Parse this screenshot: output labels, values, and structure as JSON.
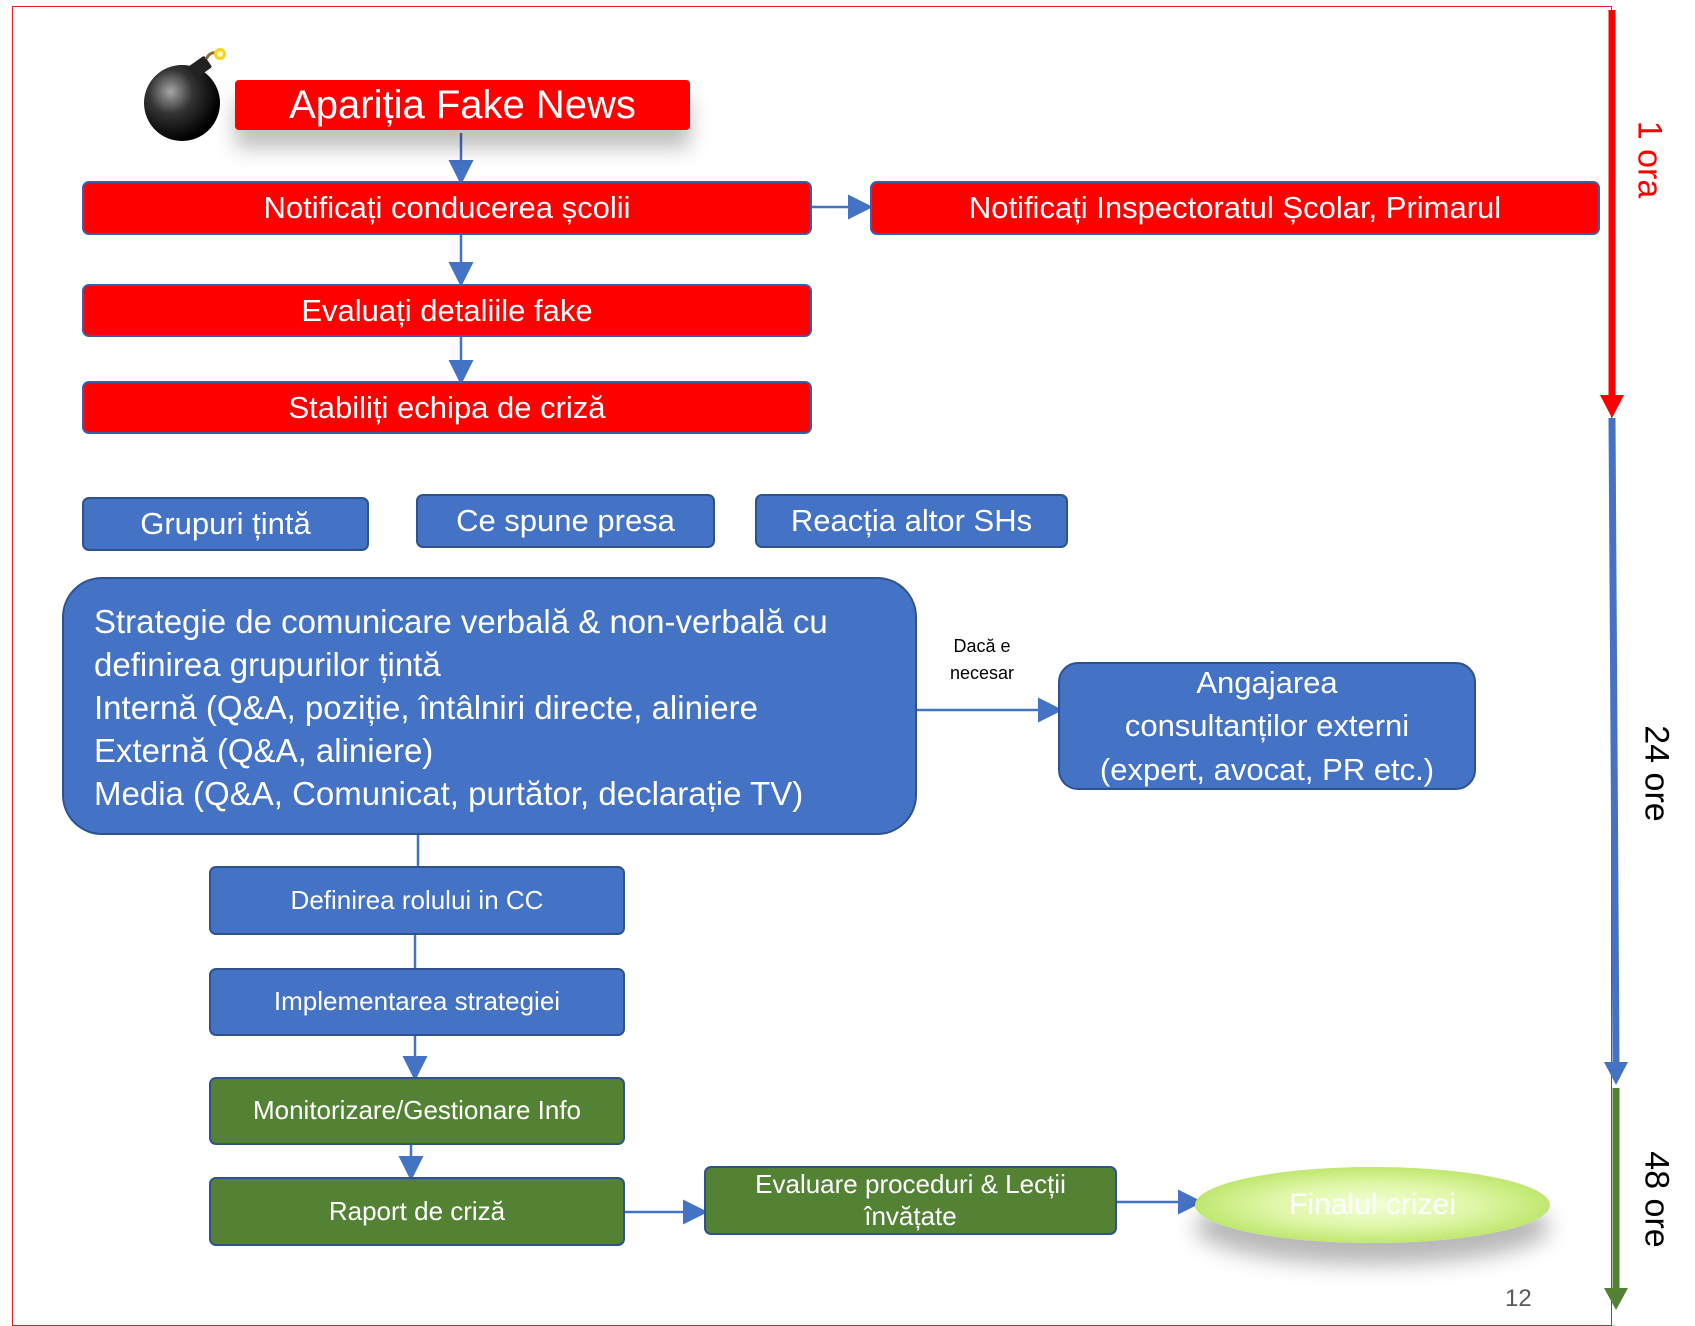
{
  "colors": {
    "red": "#ff0000",
    "blue": "#4472c4",
    "green": "#548235",
    "frame": "#e41f23"
  },
  "title": {
    "text": "Apariția Fake News",
    "icon": "bomb-icon"
  },
  "steps": {
    "notify_school": "Notificați conducerea școlii",
    "notify_inspectorate": "Notificați Inspectoratul Școlar, Primarul",
    "evaluate": "Evaluați detaliile fake",
    "crisis_team": "Stabiliți echipa de criză",
    "target_groups": "Grupuri țintă",
    "press": "Ce spune presa",
    "sh_reaction": "Reacția altor SHs",
    "strategy": [
      "Strategie de comunicare verbală & non-verbală cu",
      "definirea grupurilor țintă",
      "Internă (Q&A, poziție, întâlniri directe, aliniere",
      "Externă (Q&A, aliniere)",
      "Media (Q&A, Comunicat, purtător, declarație TV)"
    ],
    "if_needed": [
      "Dacă e",
      "necesar"
    ],
    "consultants": [
      "Angajarea",
      "consultanților externi",
      "(expert, avocat, PR etc.)"
    ],
    "roles": "Definirea rolului in CC",
    "implement": "Implementarea strategiei",
    "monitor": "Monitorizare/Gestionare Info",
    "report": "Raport de criză",
    "lessons": "Evaluare proceduri & Lecții învățate",
    "end": "Finalul crizei"
  },
  "timeline": {
    "phase1": "1 ora",
    "phase2": "24 ore",
    "phase3": "48 ore"
  },
  "page_number": "12"
}
